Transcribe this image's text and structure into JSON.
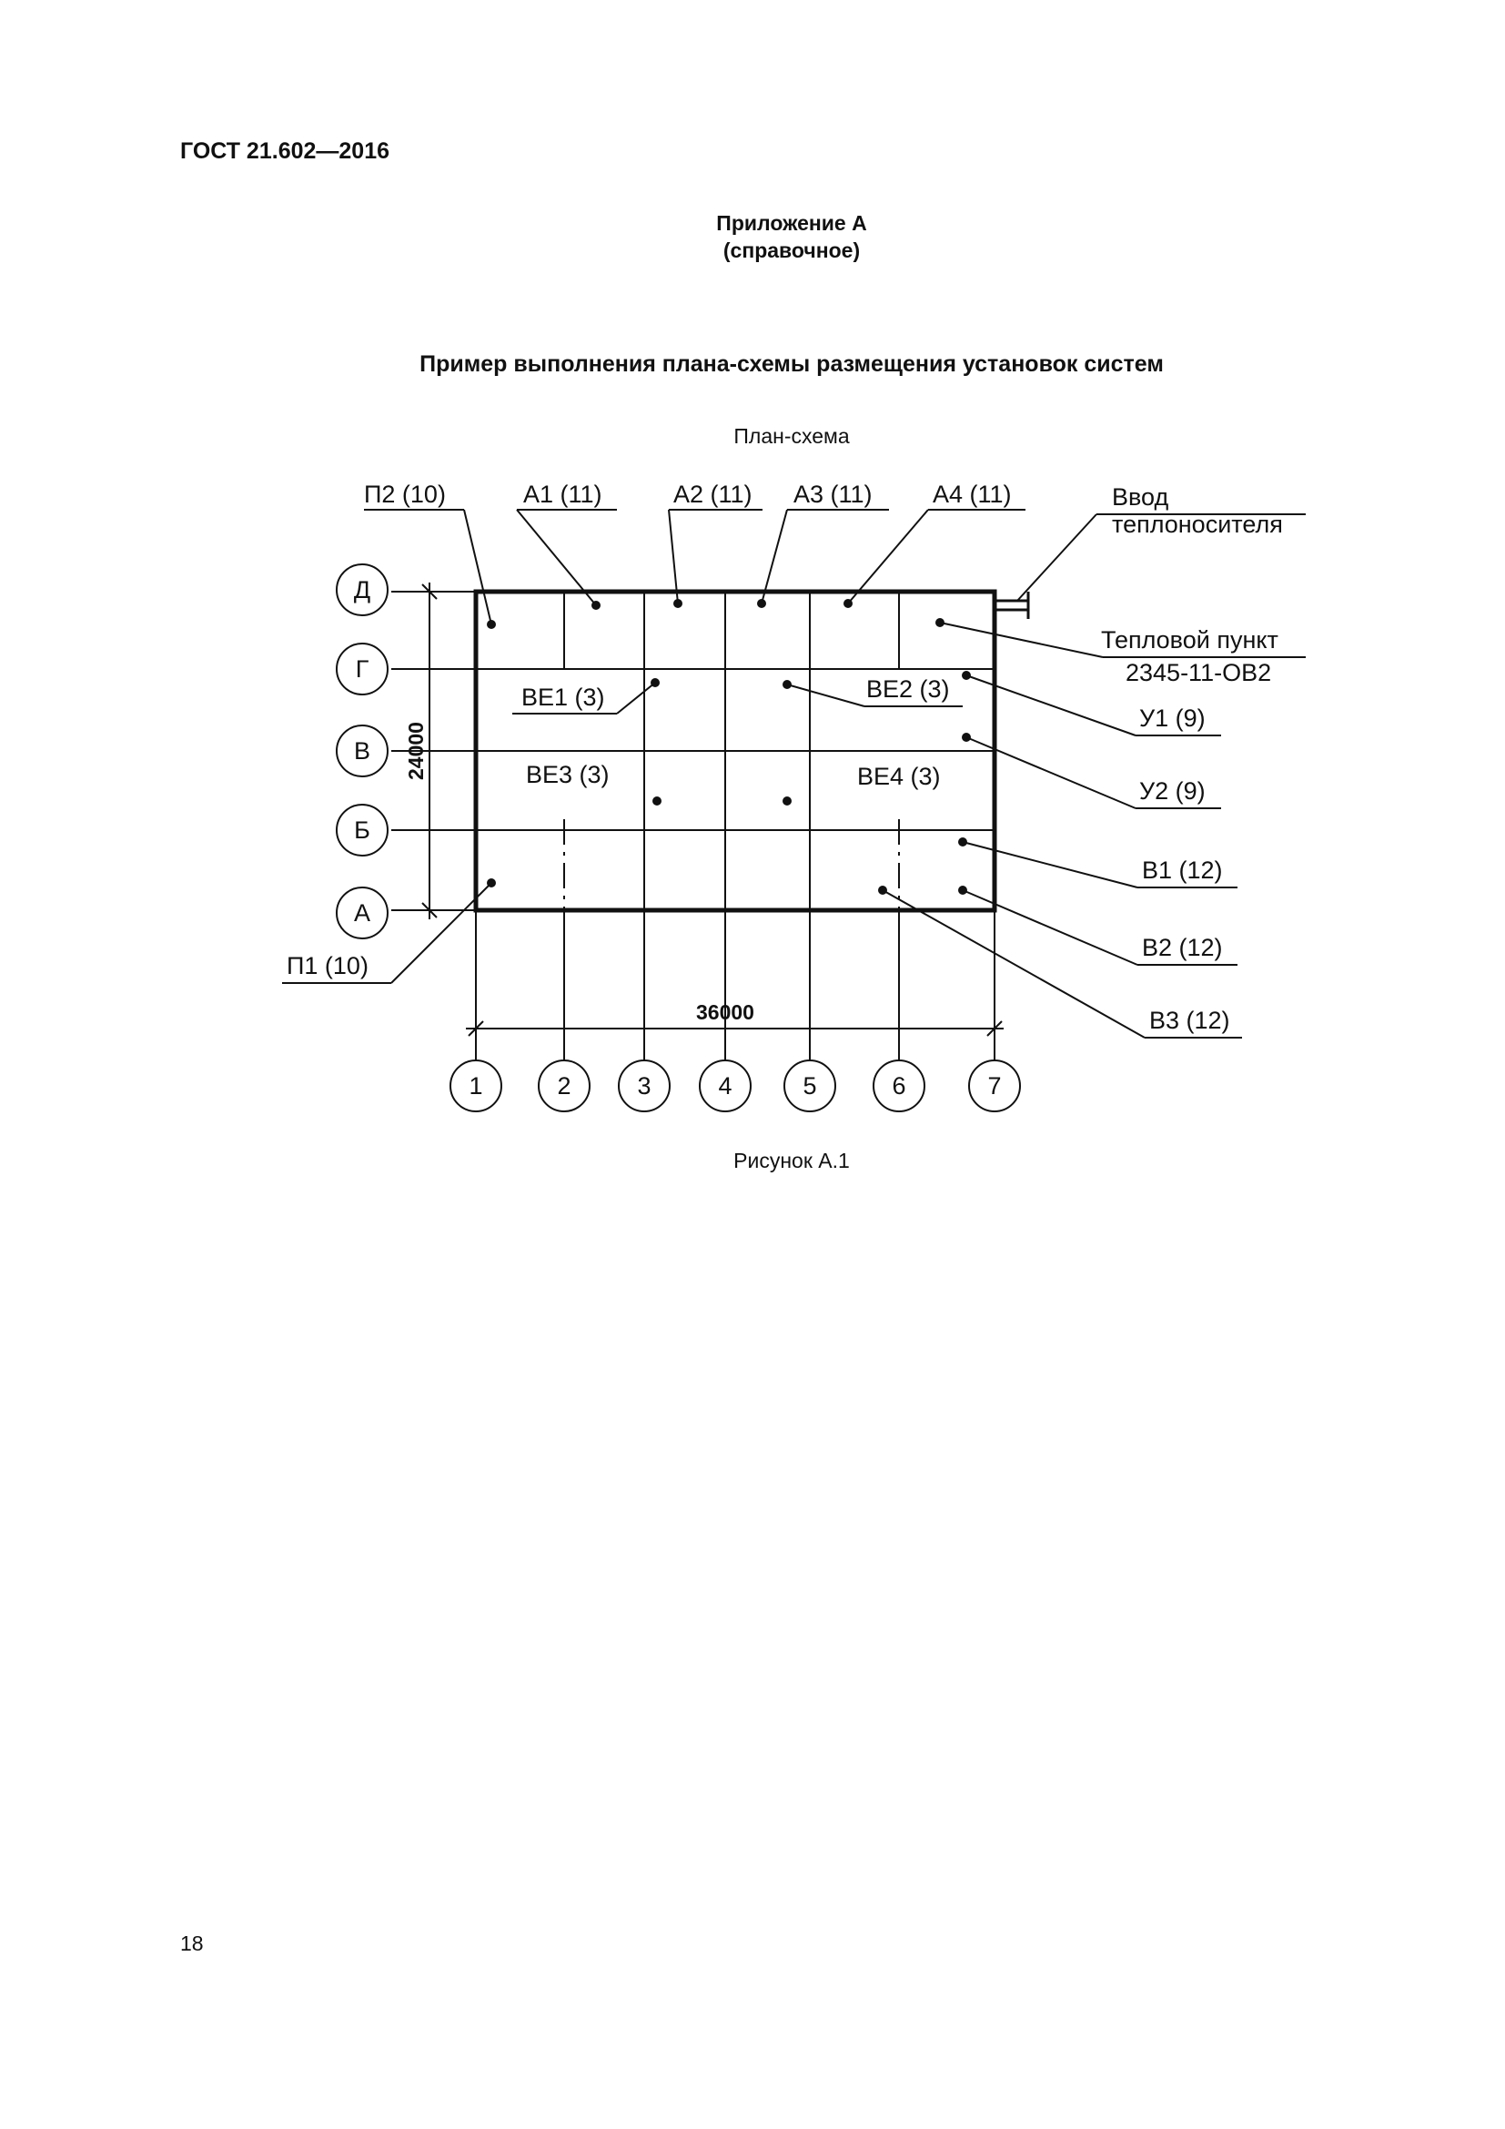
{
  "header": {
    "doc_code": "ГОСТ 21.602—2016",
    "appendix_title": "Приложение А",
    "appendix_note": "(справочное)",
    "main_title": "Пример выполнения плана-схемы размещения установок систем",
    "scheme_title": "План-схема"
  },
  "plan": {
    "row_axes": [
      "Д",
      "Г",
      "В",
      "Б",
      "А"
    ],
    "column_axes": [
      "1",
      "2",
      "3",
      "4",
      "5",
      "6",
      "7"
    ],
    "dimension_height": "24000",
    "dimension_width": "36000",
    "labels": {
      "p2": "П2 (10)",
      "a1": "А1 (11)",
      "a2": "А2 (11)",
      "a3": "А3 (11)",
      "a4": "А4 (11)",
      "input_line1": "Ввод",
      "input_line2": "теплоносителя",
      "heat_point_line1": "Тепловой пункт",
      "heat_point_line2": "2345-11-ОВ2",
      "ve1": "ВЕ1 (3)",
      "ve2": "ВЕ2 (3)",
      "ve3": "ВЕ3 (3)",
      "ve4": "ВЕ4 (3)",
      "u1": "У1 (9)",
      "u2": "У2 (9)",
      "v1": "В1 (12)",
      "v2": "В2 (12)",
      "v3": "В3 (12)",
      "p1": "П1 (10)"
    }
  },
  "figure_caption": "Рисунок А.1",
  "page_number": "18"
}
